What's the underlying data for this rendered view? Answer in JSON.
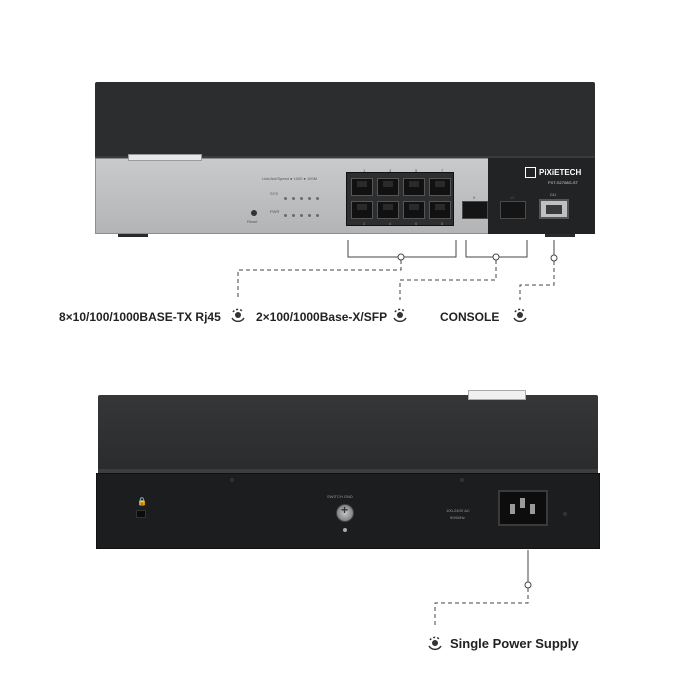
{
  "front": {
    "brand_name": "PiXiETECH",
    "brand_logo": "",
    "model": "PXT-S2708G-ST",
    "reset_label": "Reset",
    "console_port_label": "CLI",
    "led_row1_label": "SYS",
    "led_row2_label": "PWR",
    "led_legend": "Link/Act/Speed  ● 1000  ● 100M",
    "upper_port_numbers": [
      "1",
      "3",
      "5",
      "7"
    ],
    "lower_port_numbers": [
      "2",
      "4",
      "6",
      "8"
    ],
    "sfp_numbers": [
      "9",
      "10"
    ]
  },
  "callouts": {
    "rj45": "8×10/100/1000BASE-TX Rj45",
    "sfp": "2×100/1000Base-X/SFP",
    "console": "CONSOLE",
    "power": "Single Power Supply"
  },
  "rear": {
    "ground_label": "SWITCH GND",
    "power_rating_line1": "100-240V AC",
    "power_rating_line2": "50/60Hz"
  },
  "colors": {
    "chassis": "#2c2d2f",
    "front_panel": "#c0c1c2",
    "callout_line": "#444444",
    "label_text": "#222222"
  },
  "icons": {
    "callout_pin": "map-pin-icon",
    "lock": "lock-icon"
  }
}
